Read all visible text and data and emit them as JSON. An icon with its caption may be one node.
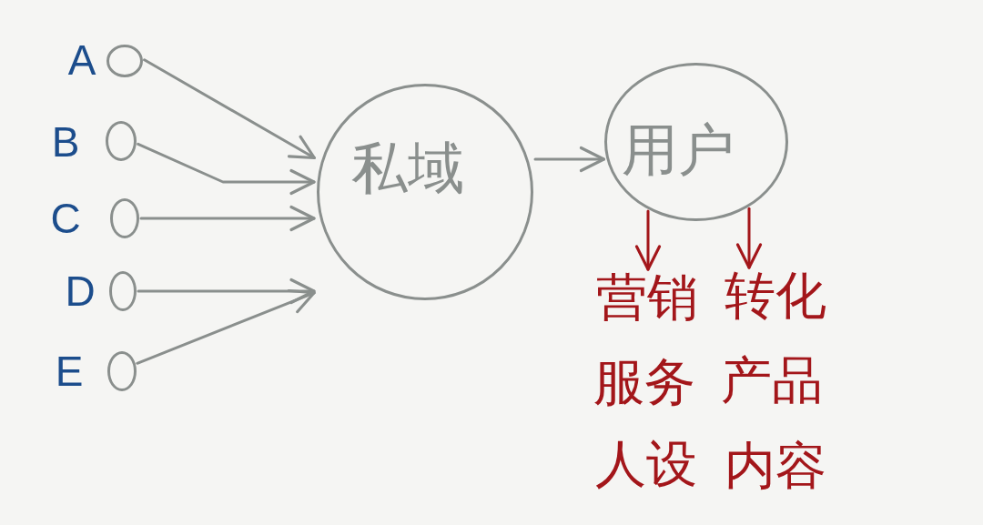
{
  "diagram": {
    "nodes": [
      {
        "text": [],
        "shape": "circle",
        "beside": [
          "A"
        ]
      },
      {
        "text": [],
        "shape": "circle",
        "beside": [
          "B"
        ]
      },
      {
        "text": [],
        "shape": "circle",
        "beside": [
          "C"
        ]
      },
      {
        "text": [],
        "shape": "circle",
        "beside": [
          "D"
        ]
      },
      {
        "text": [],
        "shape": "circle",
        "beside": [
          "E"
        ]
      },
      {
        "text": [
          "私域"
        ]
      },
      {
        "text": [
          "用户"
        ]
      },
      {
        "text": [
          "营销"
        ]
      },
      {
        "text": [
          "转化"
        ]
      }
    ],
    "edges": [
      {
        "from": 0,
        "to": 5,
        "arrow": "to"
      },
      {
        "from": 1,
        "to": 5,
        "arrow": "to"
      },
      {
        "from": 2,
        "to": 5,
        "arrow": "to"
      },
      {
        "from": 3,
        "to": 5,
        "arrow": "to"
      },
      {
        "from": 4,
        "to": 5,
        "arrow": "to"
      },
      {
        "from": 5,
        "to": 6,
        "arrow": "to"
      },
      {
        "from": 6,
        "to": 7,
        "arrow": "to",
        "color": "#a3161a"
      },
      {
        "from": 6,
        "to": 8,
        "arrow": "to",
        "color": "#a3161a"
      }
    ],
    "labels": [
      "服务",
      "产品",
      "人设",
      "内容"
    ]
  }
}
